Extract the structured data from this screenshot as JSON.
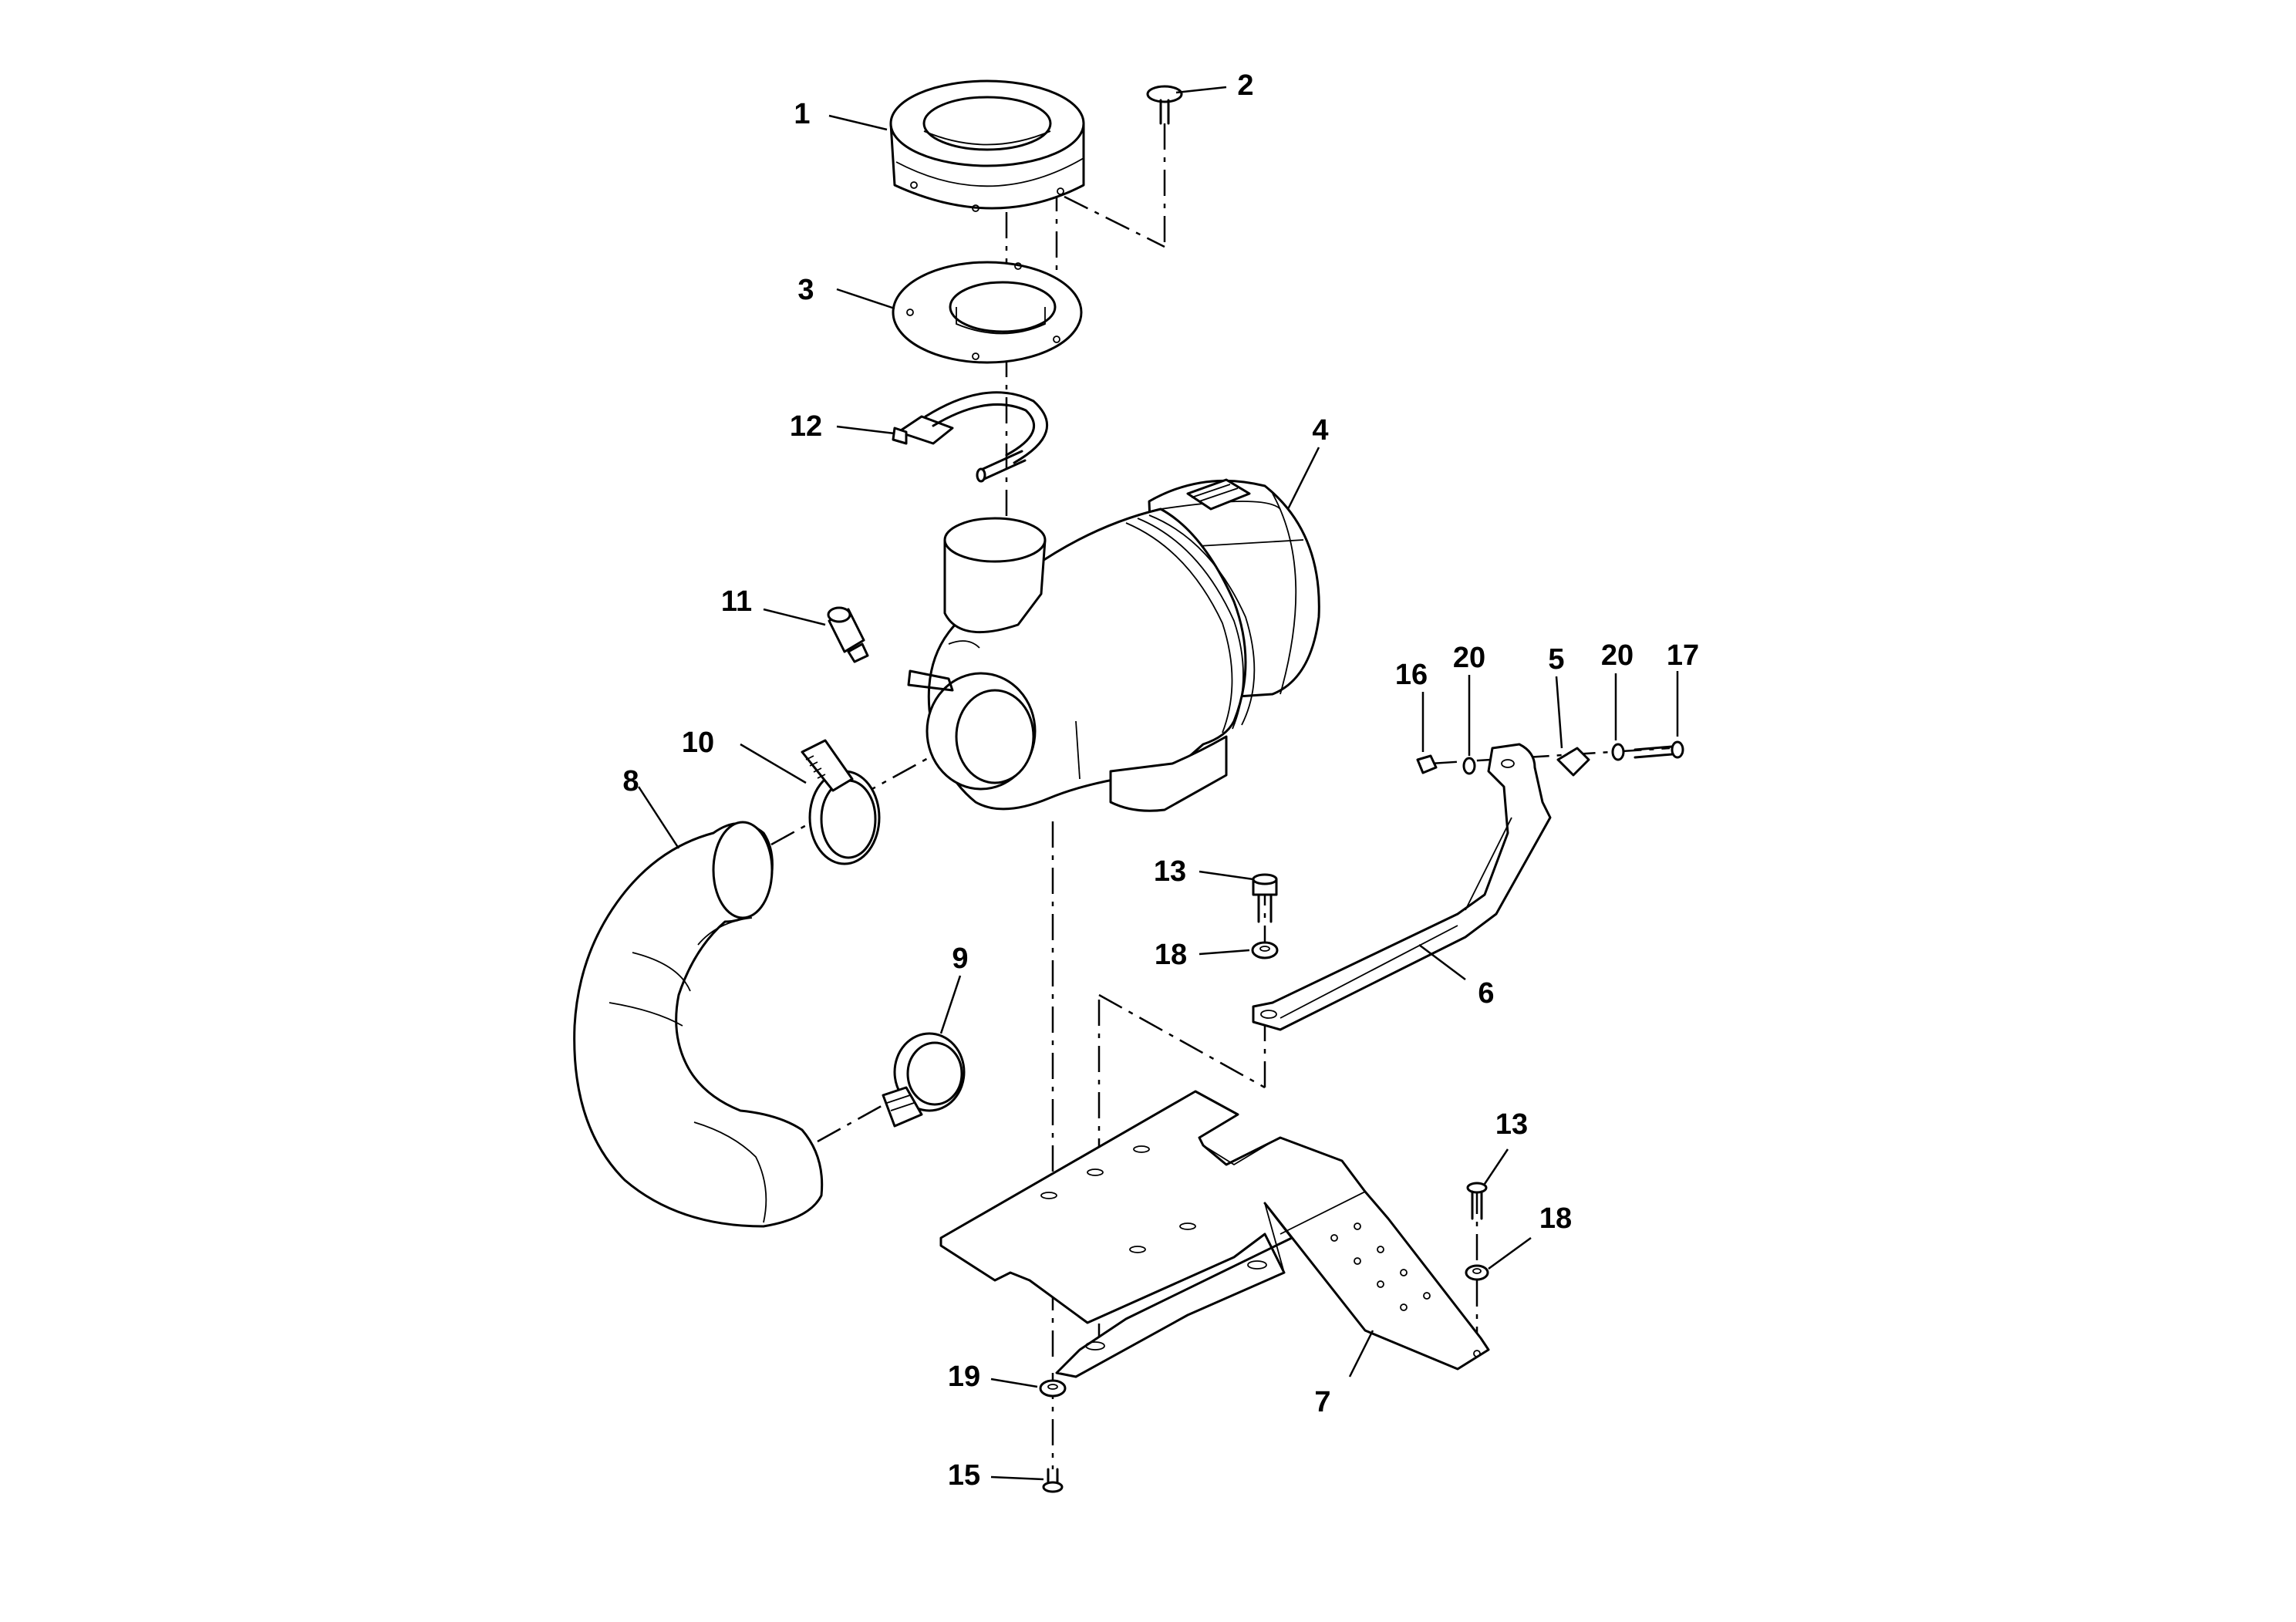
{
  "callouts": [
    {
      "id": "c1",
      "text": "1"
    },
    {
      "id": "c2",
      "text": "2"
    },
    {
      "id": "c3",
      "text": "3"
    },
    {
      "id": "c4",
      "text": "4"
    },
    {
      "id": "c5",
      "text": "5"
    },
    {
      "id": "c6",
      "text": "6"
    },
    {
      "id": "c7",
      "text": "7"
    },
    {
      "id": "c8",
      "text": "8"
    },
    {
      "id": "c9",
      "text": "9"
    },
    {
      "id": "c10",
      "text": "10"
    },
    {
      "id": "c11",
      "text": "11"
    },
    {
      "id": "c12",
      "text": "12"
    },
    {
      "id": "c13a",
      "text": "13"
    },
    {
      "id": "c13b",
      "text": "13"
    },
    {
      "id": "c15",
      "text": "15"
    },
    {
      "id": "c16",
      "text": "16"
    },
    {
      "id": "c17",
      "text": "17"
    },
    {
      "id": "c18a",
      "text": "18"
    },
    {
      "id": "c18b",
      "text": "18"
    },
    {
      "id": "c19",
      "text": "19"
    },
    {
      "id": "c20a",
      "text": "20"
    },
    {
      "id": "c20b",
      "text": "20"
    }
  ]
}
